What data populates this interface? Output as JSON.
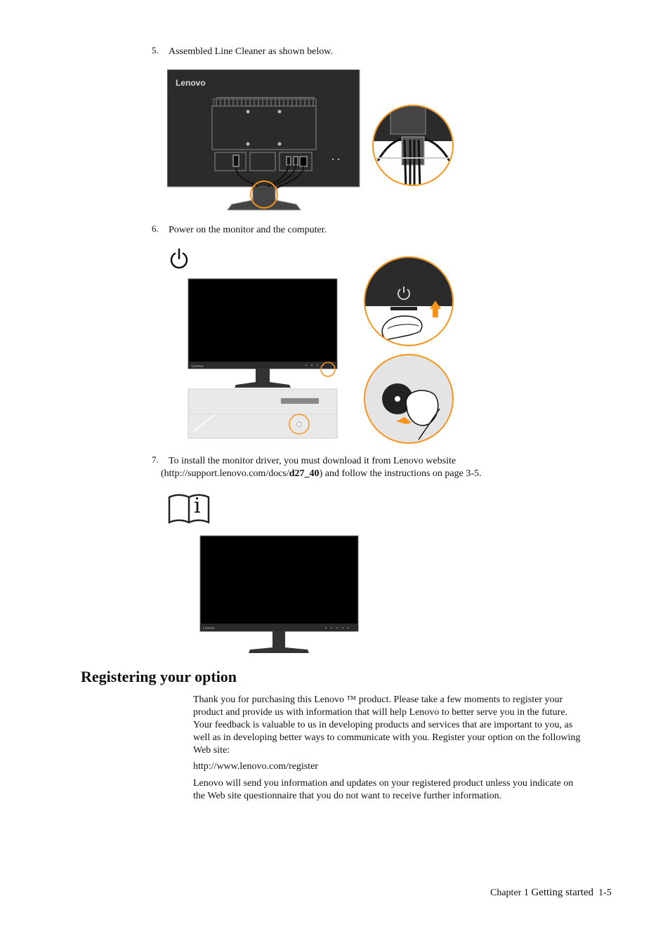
{
  "steps": [
    {
      "number": "5.",
      "text": "Assembled Line Cleaner as shown below."
    },
    {
      "number": "6.",
      "text": "Power on the monitor and the computer."
    },
    {
      "number": "7.",
      "text_line1": "To install the monitor driver, you must download it from Lenovo website",
      "text_line2_pre": "(http://support.lenovo.com/docs/",
      "text_line2_bold": "d27_40",
      "text_line2_post": ") and follow the instructions on page 3-5."
    }
  ],
  "figures": {
    "brand": "Lenovo",
    "power_symbol": "⏻",
    "info_letter": "i"
  },
  "section": {
    "title": "Registering your option",
    "paragraph1": "Thank you for purchasing this Lenovo ™ product. Please take a few moments to register your product and provide us with information that will help Lenovo to better serve you in the future. Your feedback is valuable to us in developing products and services that are important to you, as well as in developing better ways to communicate with you. Register your option on the following Web site:",
    "url": "http://www.lenovo.com/register",
    "paragraph2": "Lenovo will send you information and updates on your registered product unless you indicate on the Web site questionnaire that you do not want to receive further information."
  },
  "footer": {
    "chapter": "Chapter 1",
    "chapter_title": "Getting started",
    "page": "1-5"
  },
  "colors": {
    "accent": "#f7941d",
    "monitor": "#2b2b2b",
    "screen": "#000000"
  }
}
